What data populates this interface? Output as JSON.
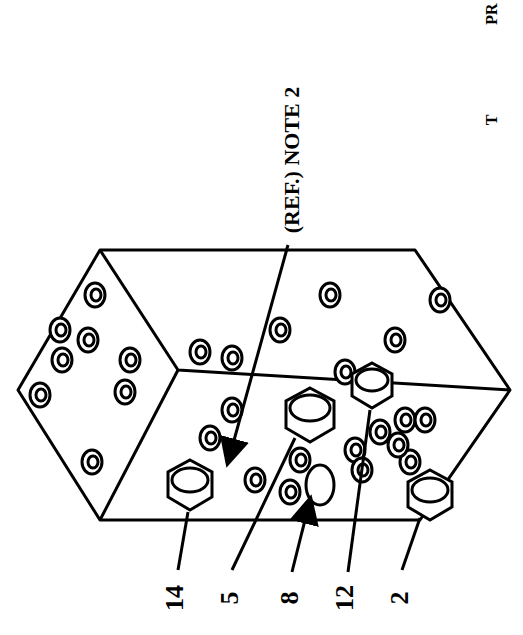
{
  "diagram": {
    "labels": [
      "PR",
      "T",
      "(REF.) NOTE 2",
      "14",
      "5",
      "8",
      "12",
      "2"
    ]
  }
}
